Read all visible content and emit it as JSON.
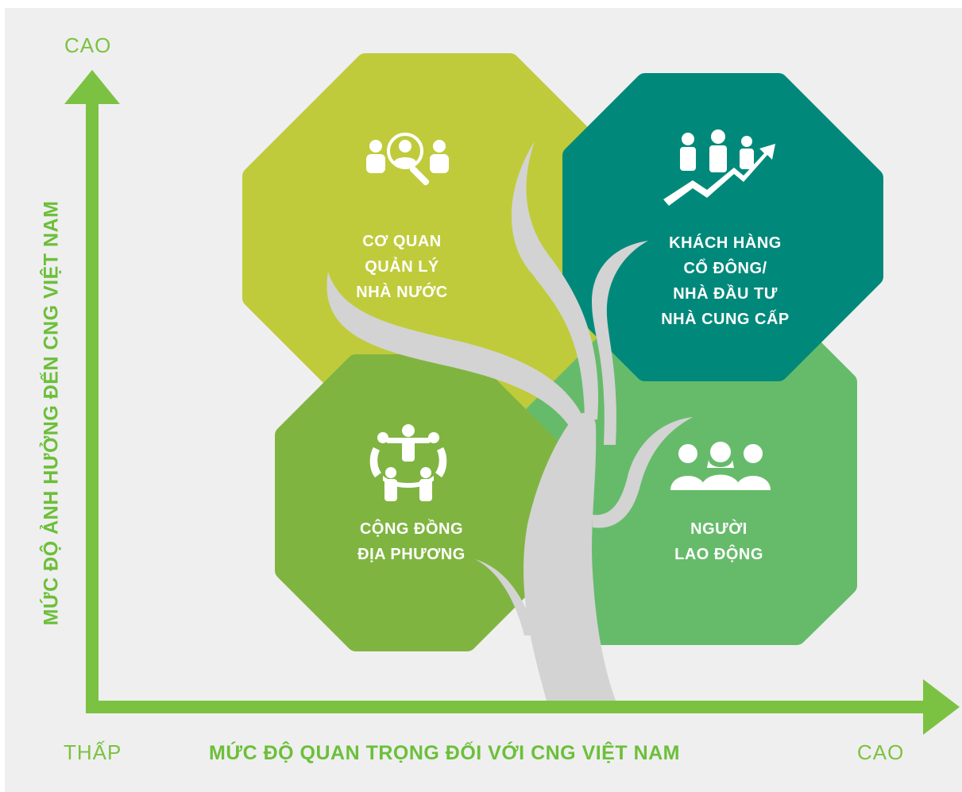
{
  "axes": {
    "y_high": "CAO",
    "y_title": "MỨC ĐỘ ẢNH HƯỞNG ĐẾN CNG VIỆT NAM",
    "x_low": "THẤP",
    "x_title": "MỨC ĐỘ QUAN TRỌNG ĐỐI VỚI CNG VIỆT NAM",
    "x_high": "CAO",
    "color": "#7cc242"
  },
  "quadrants": {
    "top_left": {
      "lines": [
        "CƠ QUAN",
        "QUẢN LÝ",
        "NHÀ NƯỚC"
      ],
      "color": "#bfcb3b",
      "icon": "magnifier-people-icon"
    },
    "top_right": {
      "lines": [
        "KHÁCH HÀNG",
        "CỔ ĐÔNG/",
        "NHÀ ĐẦU TƯ",
        "NHÀ CUNG CẤP"
      ],
      "color": "#00897a",
      "icon": "businessmen-growth-icon"
    },
    "bottom_left": {
      "lines": [
        "CỘNG ĐỒNG",
        "ĐỊA PHƯƠNG"
      ],
      "color": "#80b441",
      "icon": "community-circle-icon"
    },
    "bottom_right": {
      "lines": [
        "NGƯỜI",
        "LAO ĐỘNG"
      ],
      "color": "#66bb6a",
      "icon": "workers-group-icon"
    }
  },
  "tree_color": "#d3d3d3"
}
